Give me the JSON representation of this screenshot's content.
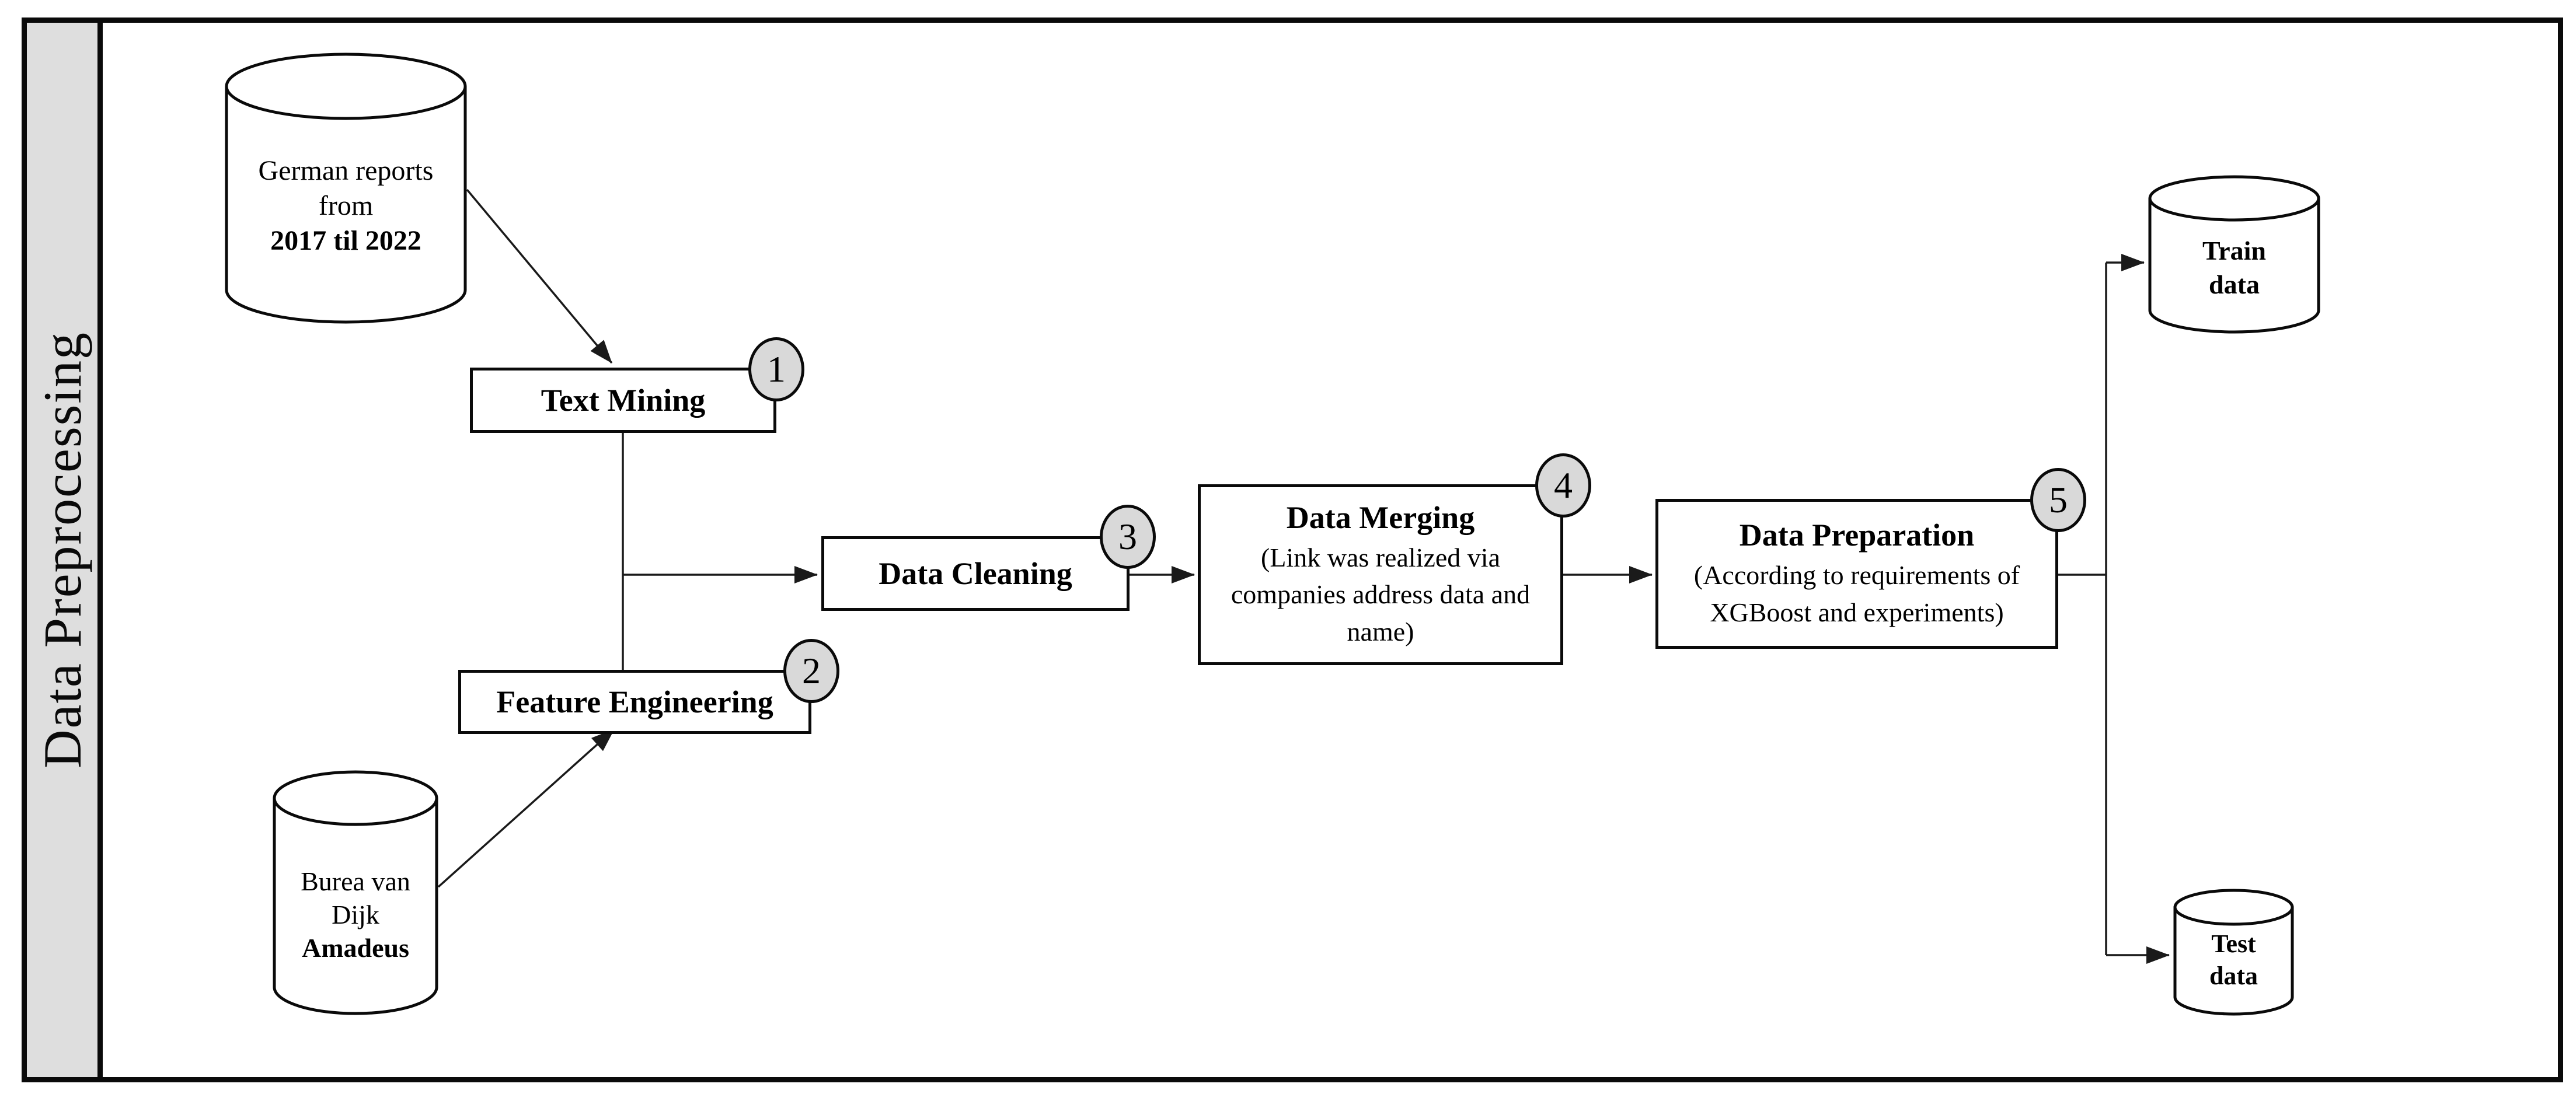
{
  "sidebar": {
    "label": "Data Preprocessing"
  },
  "sources": {
    "german": {
      "line1": "German reports",
      "line2": "from",
      "line3": "2017 til 2022"
    },
    "bureau": {
      "line1": "Burea van",
      "line2": "Dijk",
      "line3": "Amadeus"
    }
  },
  "steps": {
    "text_mining": {
      "number": "1",
      "title": "Text Mining"
    },
    "feature_engineering": {
      "number": "2",
      "title": "Feature Engineering"
    },
    "data_cleaning": {
      "number": "3",
      "title": "Data Cleaning"
    },
    "data_merging": {
      "number": "4",
      "title": "Data Merging",
      "subtitle": "(Link was realized via companies address data and name)"
    },
    "data_preparation": {
      "number": "5",
      "title": "Data Preparation",
      "subtitle": "(According to requirements of XGBoost and experiments)"
    }
  },
  "outputs": {
    "train": {
      "line1": "Train",
      "line2": "data"
    },
    "test": {
      "line1": "Test",
      "line2": "data"
    }
  },
  "colors": {
    "badge_fill": "#d9d9d9",
    "sidebar_fill": "#dedede",
    "stroke": "#0a0a0a",
    "connector": "#1a1a1a"
  }
}
